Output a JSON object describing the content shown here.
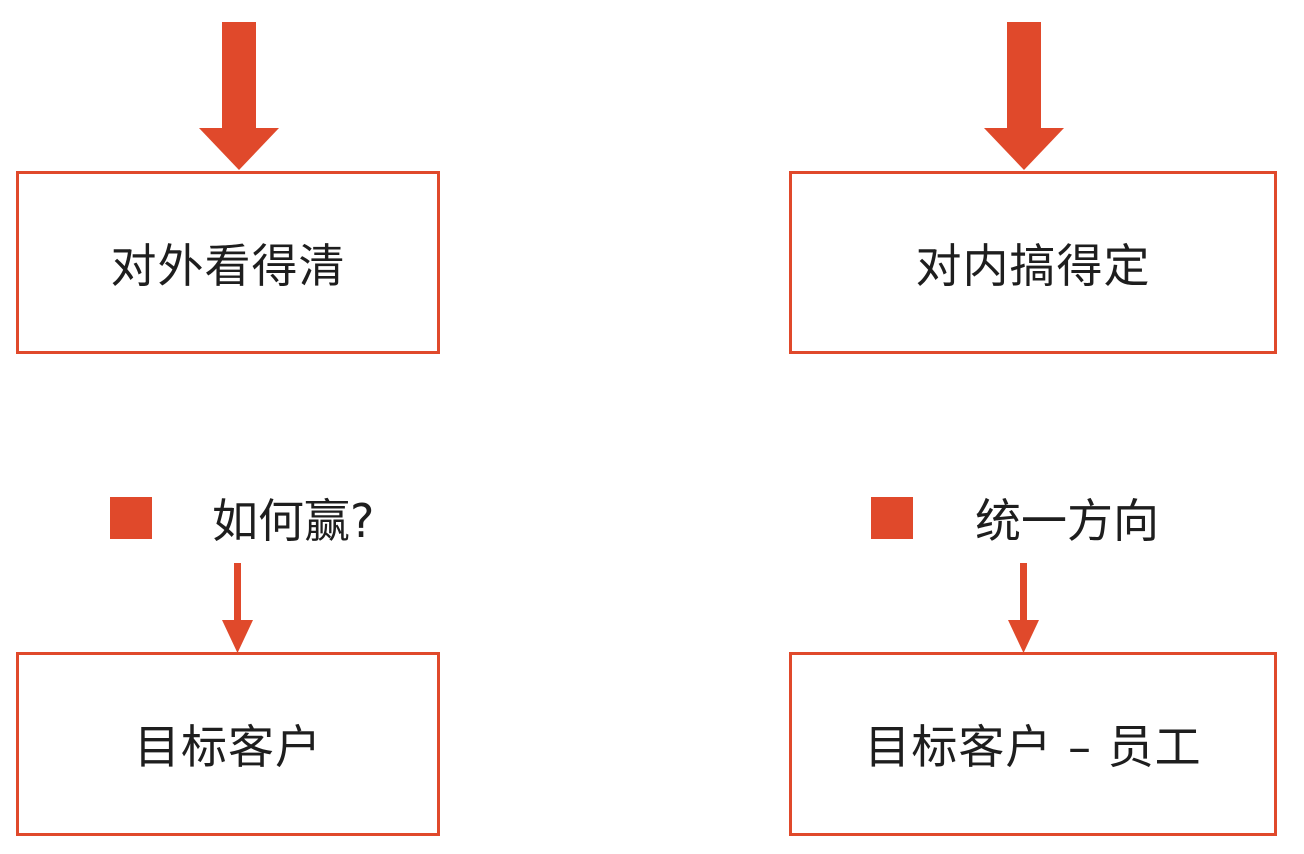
{
  "colors": {
    "accent": "#e0492b",
    "text": "#1e1e1e"
  },
  "left": {
    "top_box": "对外看得清",
    "label": "如何赢?",
    "bottom_box": "目标客户"
  },
  "right": {
    "top_box": "对内搞得定",
    "label": "统一方向",
    "bottom_box": "目标客户 – 员工"
  }
}
